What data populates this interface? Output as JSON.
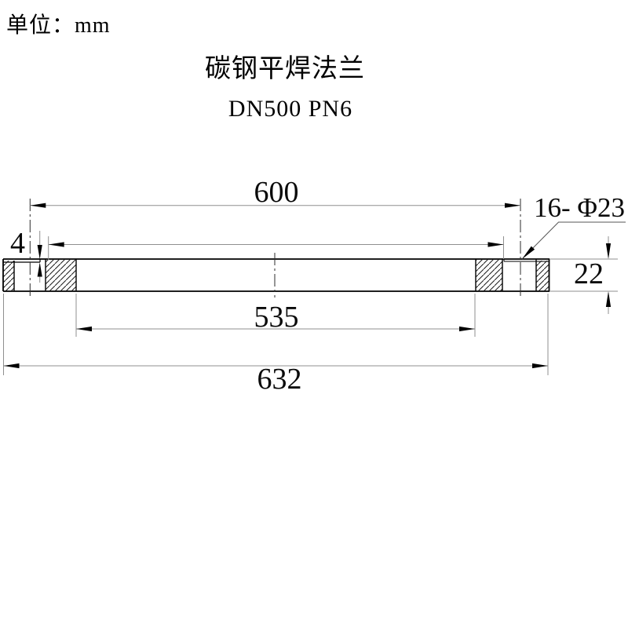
{
  "unit_label": "单位：mm",
  "header": {
    "title": "碳钢平焊法兰",
    "subtitle": "DN500 PN6"
  },
  "drawing": {
    "view": "flange cross-section",
    "dimensions": {
      "bolt_circle_diameter": "600",
      "inner_span": "535",
      "outer_diameter": "632",
      "thickness": "22",
      "face_step_height": "4",
      "hole_callout": "16- Φ23"
    }
  },
  "colors": {
    "object_line": "#000000",
    "dimension_line": "#8f8f8f",
    "text": "#0a0a0a",
    "background": "#ffffff"
  }
}
